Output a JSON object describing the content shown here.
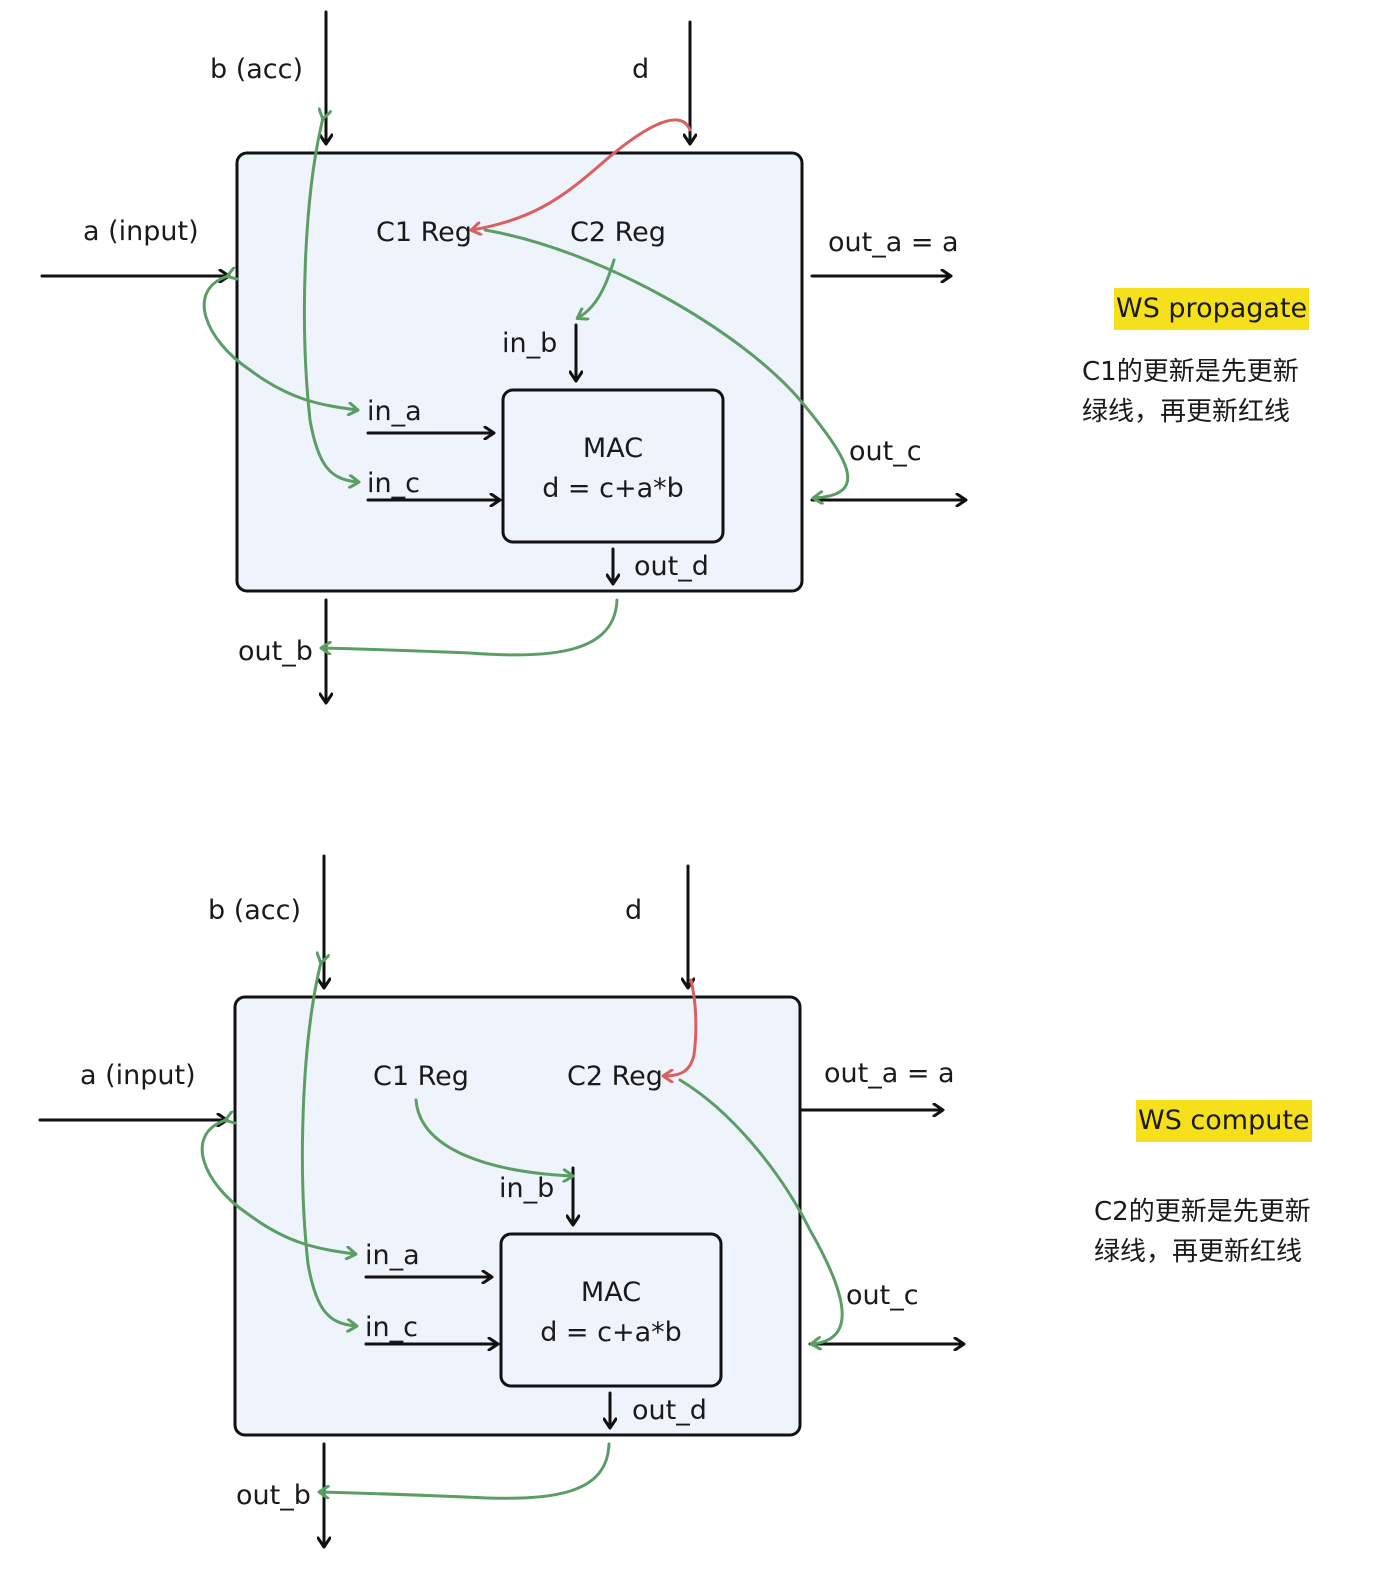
{
  "diagrams": [
    {
      "labels": {
        "b_acc": "b (acc)",
        "d": "d",
        "a_input": "a (input)",
        "c1_reg": "C1 Reg",
        "c2_reg": "C2 Reg",
        "out_a": "out_a = a",
        "in_b": "in_b",
        "in_a": "in_a",
        "in_c": "in_c",
        "mac_title": "MAC",
        "mac_formula": "d = c+a*b",
        "out_c": "out_c",
        "out_d": "out_d",
        "out_b": "out_b"
      },
      "tag": "WS propagate",
      "note": "C1的更新是先更新\n绿线，再更新红线"
    },
    {
      "labels": {
        "b_acc": "b (acc)",
        "d": "d",
        "a_input": "a (input)",
        "c1_reg": "C1 Reg",
        "c2_reg": "C2 Reg",
        "out_a": "out_a = a",
        "in_b": "in_b",
        "in_a": "in_a",
        "in_c": "in_c",
        "mac_title": "MAC",
        "mac_formula": "d = c+a*b",
        "out_c": "out_c",
        "out_d": "out_d",
        "out_b": "out_b"
      },
      "tag": "WS compute",
      "note": "C2的更新是先更新\n绿线，再更新红线"
    }
  ],
  "colors": {
    "box_fill": "#eef3fc",
    "green_line": "#5a9e64",
    "red_line": "#d96060",
    "highlight": "#f6e01c"
  }
}
